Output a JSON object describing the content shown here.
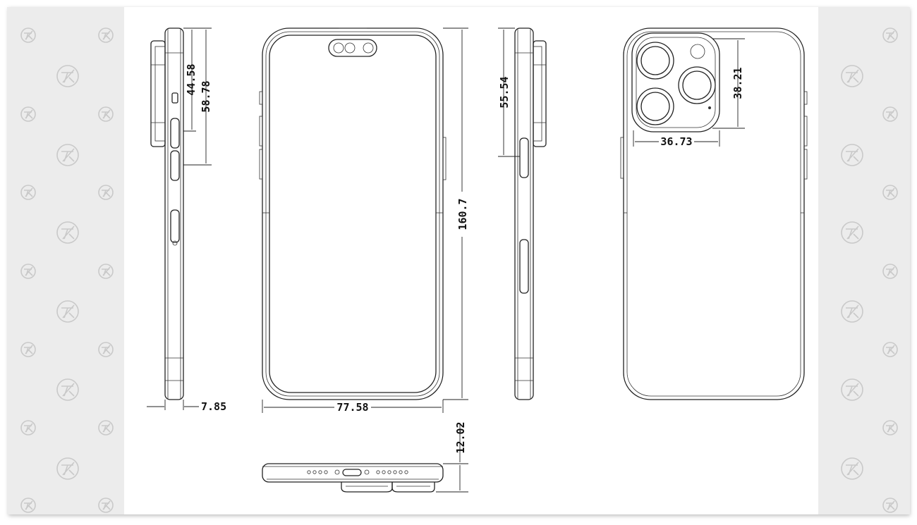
{
  "colors": {
    "page": "#ffffff",
    "shadow": "#cfcfcf",
    "side_panel": "#ececec",
    "watermark": "#c4c4c4",
    "line": "#222222"
  },
  "icons": {
    "watermark": "tk-logo-watermark-icon"
  },
  "dimensions": {
    "button_span_small": "44.58",
    "button_span_large": "58.78",
    "thickness": "7.85",
    "width": "77.58",
    "height": "160.7",
    "side_button_offset": "55.54",
    "camera_height": "38.21",
    "camera_width": "36.73",
    "bump_thickness": "12.02"
  }
}
